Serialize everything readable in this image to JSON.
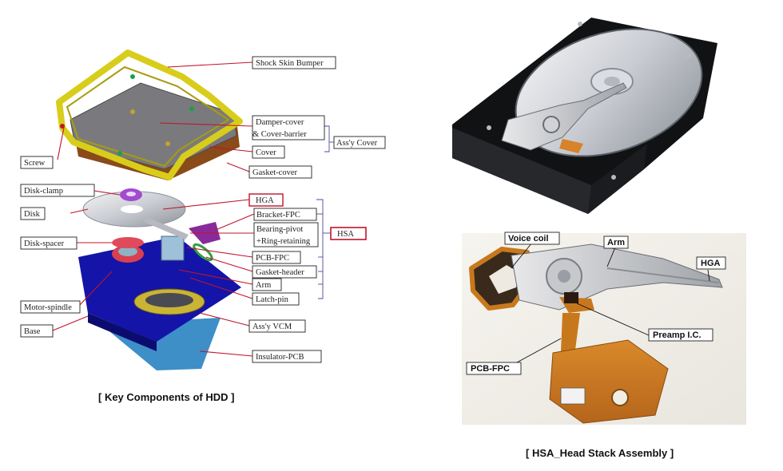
{
  "exploded_view": {
    "caption": "[ Key Components of HDD ]",
    "labels": {
      "shock_skin_bumper": "Shock Skin Bumper",
      "damper_cover_1": "Damper-cover",
      "damper_cover_2": "& Cover-barrier",
      "assy_cover": "Ass'y Cover",
      "cover": "Cover",
      "screw": "Screw",
      "gasket_cover": "Gasket-cover",
      "disk_clamp": "Disk-clamp",
      "hga": "HGA",
      "disk": "Disk",
      "bracket_fpc": "Bracket-FPC",
      "bearing_pivot_1": "Bearing-pivot",
      "bearing_pivot_2": "+Ring-retaining",
      "hsa": "HSA",
      "disk_spacer": "Disk-spacer",
      "pcb_fpc": "PCB-FPC",
      "gasket_header": "Gasket-header",
      "arm": "Arm",
      "latch_pin": "Latch-pin",
      "motor_spindle": "Motor-spindle",
      "base": "Base",
      "assy_vcm": "Ass'y VCM",
      "insulator_pcb": "Insulator-PCB"
    }
  },
  "hsa_photo": {
    "caption": "[ HSA_Head Stack Assembly ]",
    "labels": {
      "voice_coil": "Voice coil",
      "arm": "Arm",
      "hga": "HGA",
      "preamp_ic": "Preamp I.C.",
      "pcb_fpc": "PCB-FPC"
    }
  },
  "colors": {
    "label_leader": "#c0142a",
    "bracket_line": "#4a4a9a",
    "bumper_yellow": "#d8cd1a",
    "base_blue": "#1414a8",
    "flex_orange": "#c8781c"
  }
}
